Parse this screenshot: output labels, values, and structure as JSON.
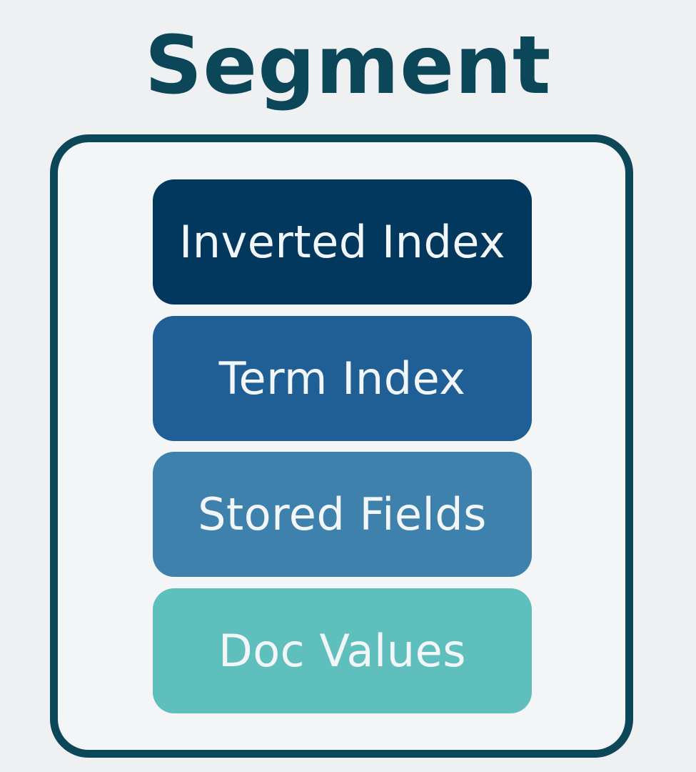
{
  "title": "Segment",
  "layers": [
    {
      "label": "Inverted Index",
      "color": "#02375e"
    },
    {
      "label": "Term Index",
      "color": "#1f5f96"
    },
    {
      "label": "Stored Fields",
      "color": "#3d81ac"
    },
    {
      "label": "Doc Values",
      "color": "#5fbfbd"
    }
  ],
  "colors": {
    "background": "#eef0f2",
    "frame": "#0b4659",
    "title": "#0b4659",
    "label_text": "#f3f6f8"
  }
}
